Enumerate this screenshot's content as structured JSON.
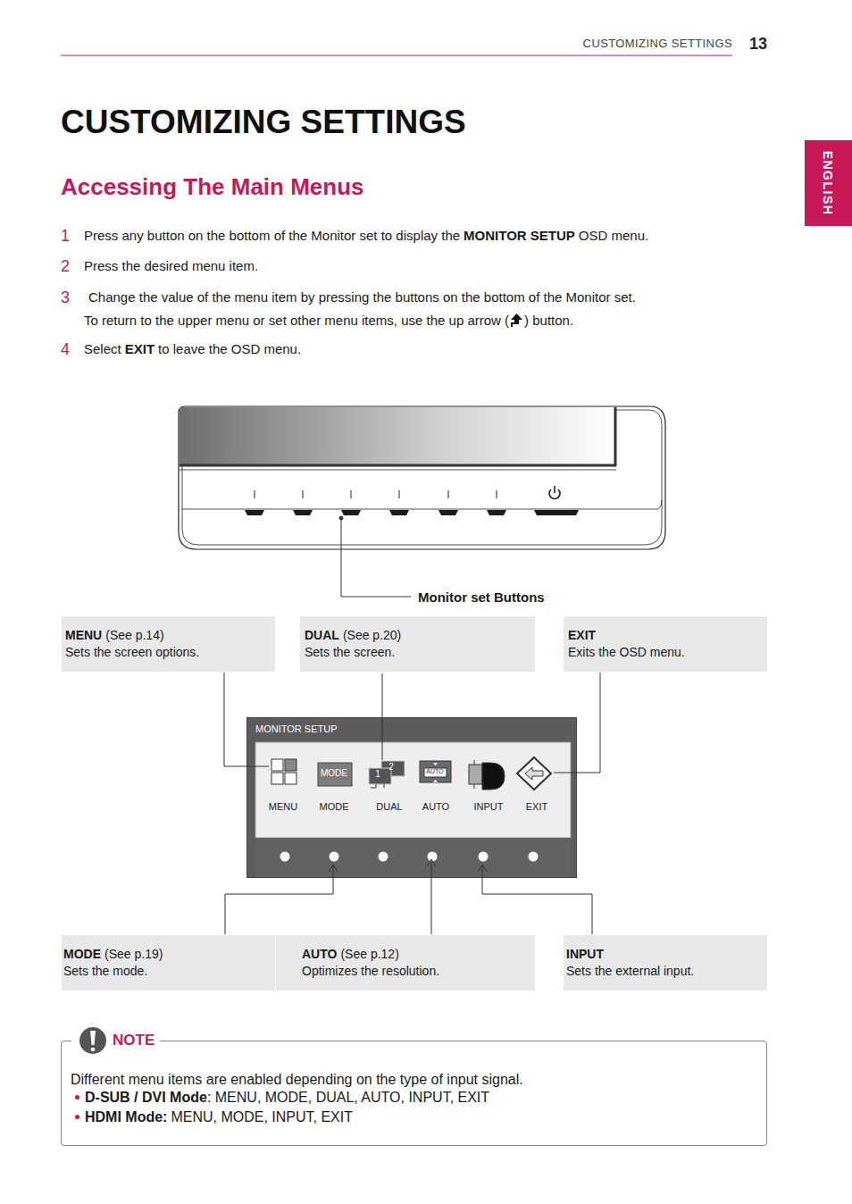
{
  "diagram": {
    "title": "CUSTOMIZING SETTINGS",
    "nodes": [
      {
        "text": [
          "MENU",
          "(See p.14)",
          "Sets the screen options."
        ]
      },
      {
        "text": [
          "DUAL",
          "(See p.20)",
          "Sets the screen."
        ]
      },
      {
        "text": [
          "EXIT",
          "Exits the OSD menu."
        ]
      },
      {
        "text": [
          "MONITOR SETUP"
        ]
      },
      {
        "text": [
          "MODE",
          "(See p.19)",
          "Sets the mode."
        ]
      },
      {
        "text": [
          "AUTO",
          "(See p.12)",
          "Optimizes the resolution."
        ]
      },
      {
        "text": [
          "INPUT",
          "Sets the external input."
        ]
      },
      {
        "text": [
          "NOTE",
          "Different menu items are enabled depending on the type of input signal.",
          "D-SUB / DVI Mode",
          ": MENU, MODE, DUAL, AUTO, INPUT, EXIT",
          "HDMI Mode:",
          "MENU, MODE, INPUT, EXIT"
        ]
      }
    ],
    "labels": [
      "CUSTOMIZING SETTINGS",
      "13",
      "ENGLISH",
      "Accessing The Main Menus",
      "1",
      "Press any button on the bottom of the Monitor set to display the",
      "MONITOR SETUP",
      "OSD menu.",
      "2",
      "Press the desired menu item.",
      "3",
      "Change the value of the menu item by pressing the buttons on the bottom of the Monitor set.",
      "To return to the upper menu or set other menu items, use the up arrow (",
      ") button.",
      "4",
      "Select",
      "EXIT",
      "to leave the OSD menu.",
      "Monitor set Buttons",
      "MENU",
      "MODE",
      "DUAL",
      "AUTO",
      "INPUT",
      "EXIT",
      "MODE",
      "1",
      "2",
      "AUTO"
    ]
  }
}
